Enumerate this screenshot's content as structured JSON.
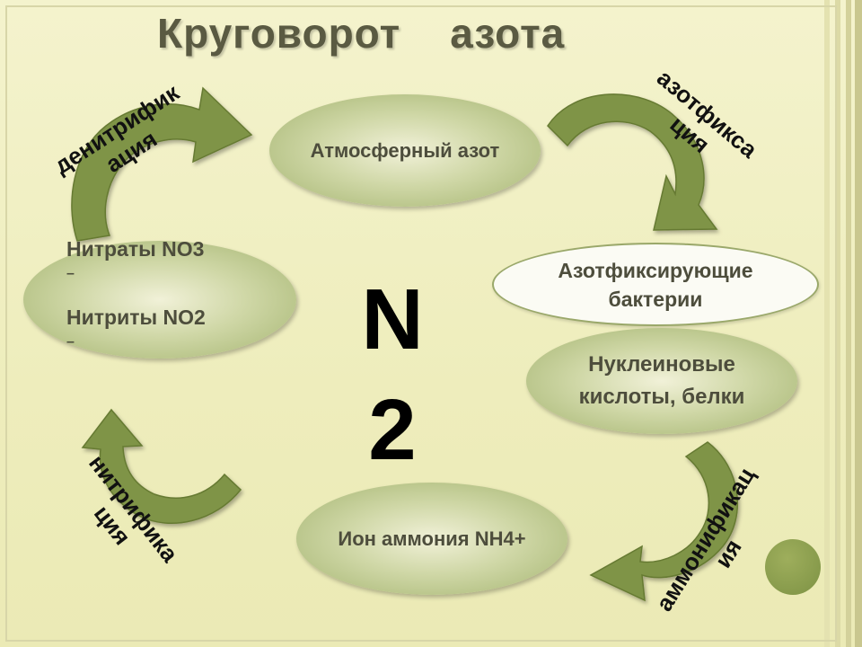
{
  "slide": {
    "title": "Круговорот    азота",
    "colors": {
      "background": "#efeebd",
      "arrow": "#7f9446",
      "oval": "#c8d29c",
      "title": "#5a5a42"
    },
    "center_formula": {
      "line1": "N",
      "line2": "2"
    },
    "nodes": {
      "atmosphere": {
        "text": "Атмосферный  азот"
      },
      "bacteria": {
        "line1": "Азотфиксирующие",
        "line2": "бактерии"
      },
      "nucleic": {
        "line1": "Нуклеиновые",
        "line2": "кислоты, белки"
      },
      "ammonium": {
        "text": "Ион аммония NH4+"
      },
      "nitrates": {
        "line1": "Нитраты NO3",
        "line2": "Нитриты NO2",
        "superscript": "–"
      }
    },
    "processes": {
      "nitrogen_fixation": {
        "line1": "азотфикса",
        "line2": "ция"
      },
      "ammonification": {
        "line1": "аммонификац",
        "line2": "ия"
      },
      "nitrification": {
        "line1": "нитрифика",
        "line2": "ция"
      },
      "denitrification": {
        "line1": "денитрифик",
        "line2": "ация"
      }
    },
    "icons": {
      "arrows": "curved-arrow-icon",
      "decoration": "circle-dot-icon"
    }
  }
}
